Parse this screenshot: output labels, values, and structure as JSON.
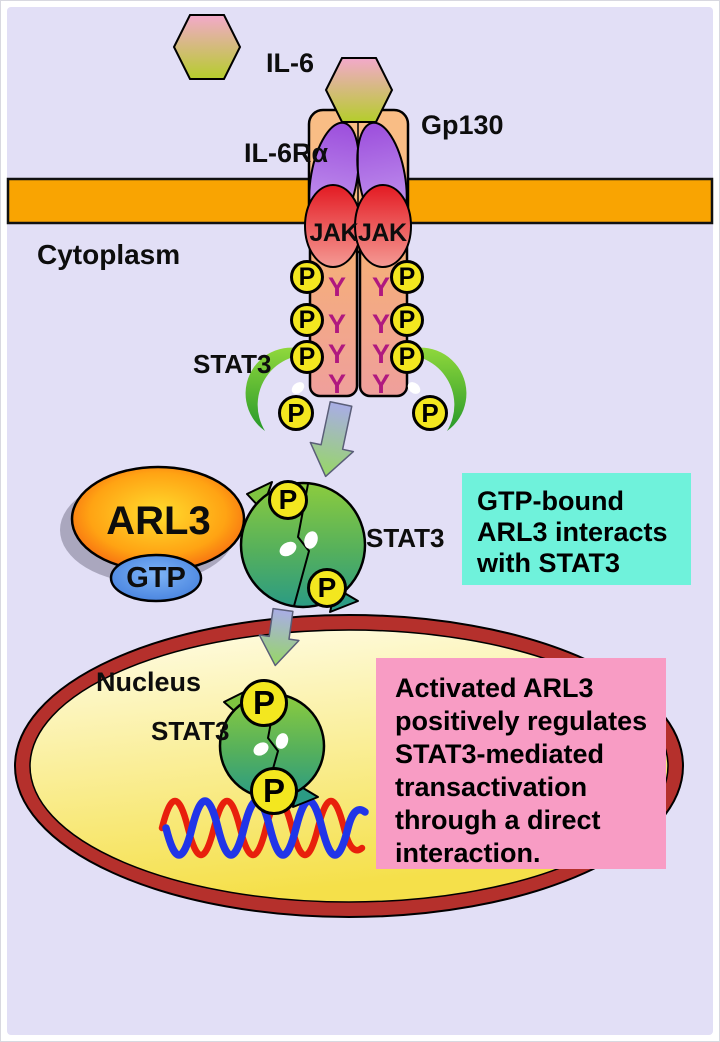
{
  "scene": {
    "ligand": {
      "label": "IL-6"
    },
    "receptor": {
      "gp130_label": "Gp130",
      "il6ra_label": "IL-6Rα"
    },
    "kinases": {
      "left": "JAK",
      "right": "JAK"
    },
    "compartments": {
      "cytoplasm": "Cytoplasm",
      "nucleus": "Nucleus"
    },
    "stat3_label": "STAT3",
    "arl3_label": "ARL3",
    "gtp_label": "GTP",
    "phosphate_label": "P",
    "tyrosine_label": "Y",
    "callouts": {
      "interaction": "GTP-bound ARL3 interacts with STAT3",
      "transactivation": "Activated ARL3 positively regulates STAT3-mediated transactivation through a direct interaction."
    },
    "colors": {
      "background": "#E2DFF6",
      "membrane": "#F9A402",
      "interaction_callout_bg": "#6FF2DB",
      "transactivation_callout_bg": "#F89CC4",
      "phosphate_fill": "#F3E71F",
      "tyrosine_color": "#B0187F",
      "nucleus_ring": "#B5302C",
      "nucleus_fill": "#F5E04A",
      "arl3_gradient": [
        "#FFDD2E",
        "#FFA313",
        "#EF3D0E"
      ],
      "gtp_fill": "#4E8FE8"
    }
  }
}
